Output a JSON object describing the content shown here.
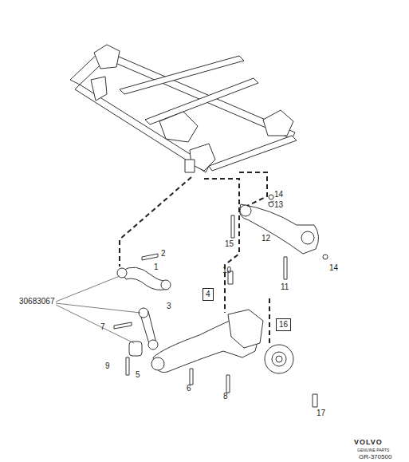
{
  "diagram": {
    "nodes": [
      {
        "text": [
          "4"
        ]
      },
      {
        "text": [
          "16"
        ]
      }
    ],
    "labels": [
      "14",
      "13",
      "15",
      "12",
      "14",
      "11",
      "2",
      "1",
      "10",
      "30683067",
      "3",
      "7",
      "9",
      "5",
      "6",
      "8",
      "17",
      "VOLVO",
      "GENUINE PARTS",
      "GR-370500"
    ]
  }
}
